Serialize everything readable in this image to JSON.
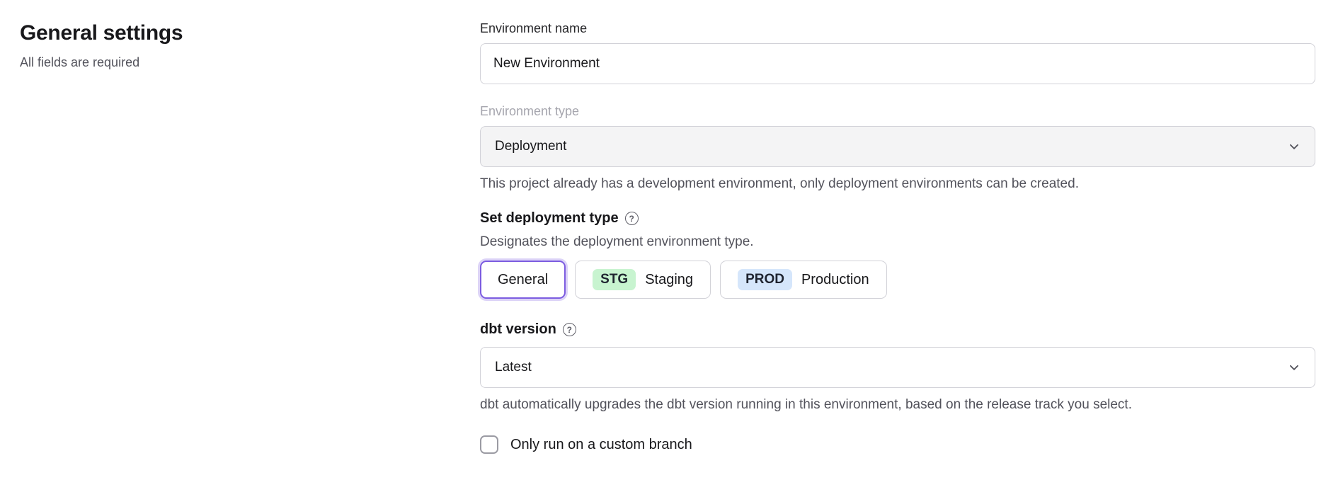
{
  "page": {
    "title": "General settings",
    "subtitle": "All fields are required"
  },
  "form": {
    "environment_name": {
      "label": "Environment name",
      "value": "New Environment"
    },
    "environment_type": {
      "label": "Environment type",
      "value": "Deployment",
      "disabled": true,
      "helper": "This project already has a development environment, only deployment environments can be created."
    },
    "deployment_type": {
      "label": "Set deployment type",
      "helper": "Designates the deployment environment type.",
      "options": [
        {
          "badge": "",
          "label": "General",
          "selected": true
        },
        {
          "badge": "STG",
          "label": "Staging",
          "selected": false
        },
        {
          "badge": "PROD",
          "label": "Production",
          "selected": false
        }
      ]
    },
    "dbt_version": {
      "label": "dbt version",
      "value": "Latest",
      "helper": "dbt automatically upgrades the dbt version running in this environment, based on the release track you select."
    },
    "custom_branch": {
      "label": "Only run on a custom branch",
      "checked": false
    }
  },
  "icons": {
    "help": "?"
  },
  "colors": {
    "accent_purple": "#7c5ce0",
    "accent_purple_ring": "#dcd3f7",
    "staging_badge_bg": "#c8f4d0",
    "production_badge_bg": "#d5e6fb",
    "disabled_field_bg": "#f4f4f5",
    "muted_text": "#52525b"
  }
}
